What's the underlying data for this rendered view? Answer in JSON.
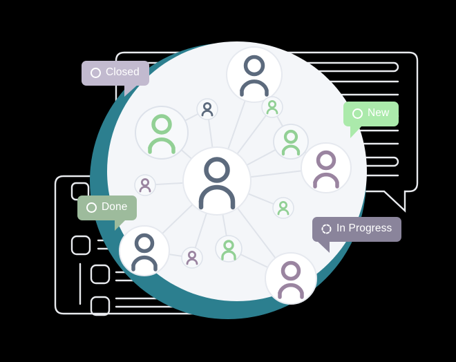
{
  "illustration": {
    "title": "Team network status illustration",
    "colors": {
      "background": "#000000",
      "teal_ring": "#2c7f8f",
      "inner_disc": "#f4f6f9",
      "avatar_slate": "#5c6a7d",
      "avatar_green": "#92d095",
      "avatar_purple": "#9a84a0",
      "line_stroke": "#dfe3ea",
      "card_stroke": "#e8eaee"
    }
  },
  "badges": [
    {
      "id": "closed",
      "label": "Closed",
      "icon": "circle-outline-icon",
      "background": "#c2bacf",
      "text_color": "#ffffff"
    },
    {
      "id": "new",
      "label": "New",
      "icon": "circle-outline-icon",
      "background": "#abeaab",
      "text_color": "#ffffff"
    },
    {
      "id": "done",
      "label": "Done",
      "icon": "circle-outline-icon",
      "background": "#9dbb9c",
      "text_color": "#ffffff"
    },
    {
      "id": "in-progress",
      "label": "In Progress",
      "icon": "dashed-circle-icon",
      "background": "#8a849b",
      "text_color": "#ffffff"
    }
  ],
  "avatars": {
    "center": {
      "size": "large",
      "color": "#5c6a7d"
    },
    "primary": [
      {
        "id": "top",
        "size": "large",
        "color": "#5c6a7d"
      },
      {
        "id": "upper-left",
        "size": "medium",
        "color": "#92d095"
      },
      {
        "id": "right",
        "size": "medium",
        "color": "#9a84a0"
      },
      {
        "id": "upper-right",
        "size": "small",
        "color": "#92d095"
      },
      {
        "id": "lower-left",
        "size": "medium",
        "color": "#5c6a7d"
      },
      {
        "id": "bottom",
        "size": "medium",
        "color": "#9a84a0"
      }
    ],
    "secondary": [
      {
        "id": "dot-top-left",
        "color": "#5c6a7d"
      },
      {
        "id": "dot-top-right",
        "color": "#92d095"
      },
      {
        "id": "dot-left",
        "color": "#9a84a0"
      },
      {
        "id": "dot-mid-right",
        "color": "#92d095"
      },
      {
        "id": "dot-bottom-left",
        "color": "#9a84a0"
      },
      {
        "id": "dot-bottom-mid",
        "color": "#92d095"
      }
    ]
  },
  "cards": {
    "right_card": {
      "name": "document-card-right",
      "rows": 6
    },
    "left_card": {
      "name": "checklist-card-left",
      "rows": 4
    }
  }
}
